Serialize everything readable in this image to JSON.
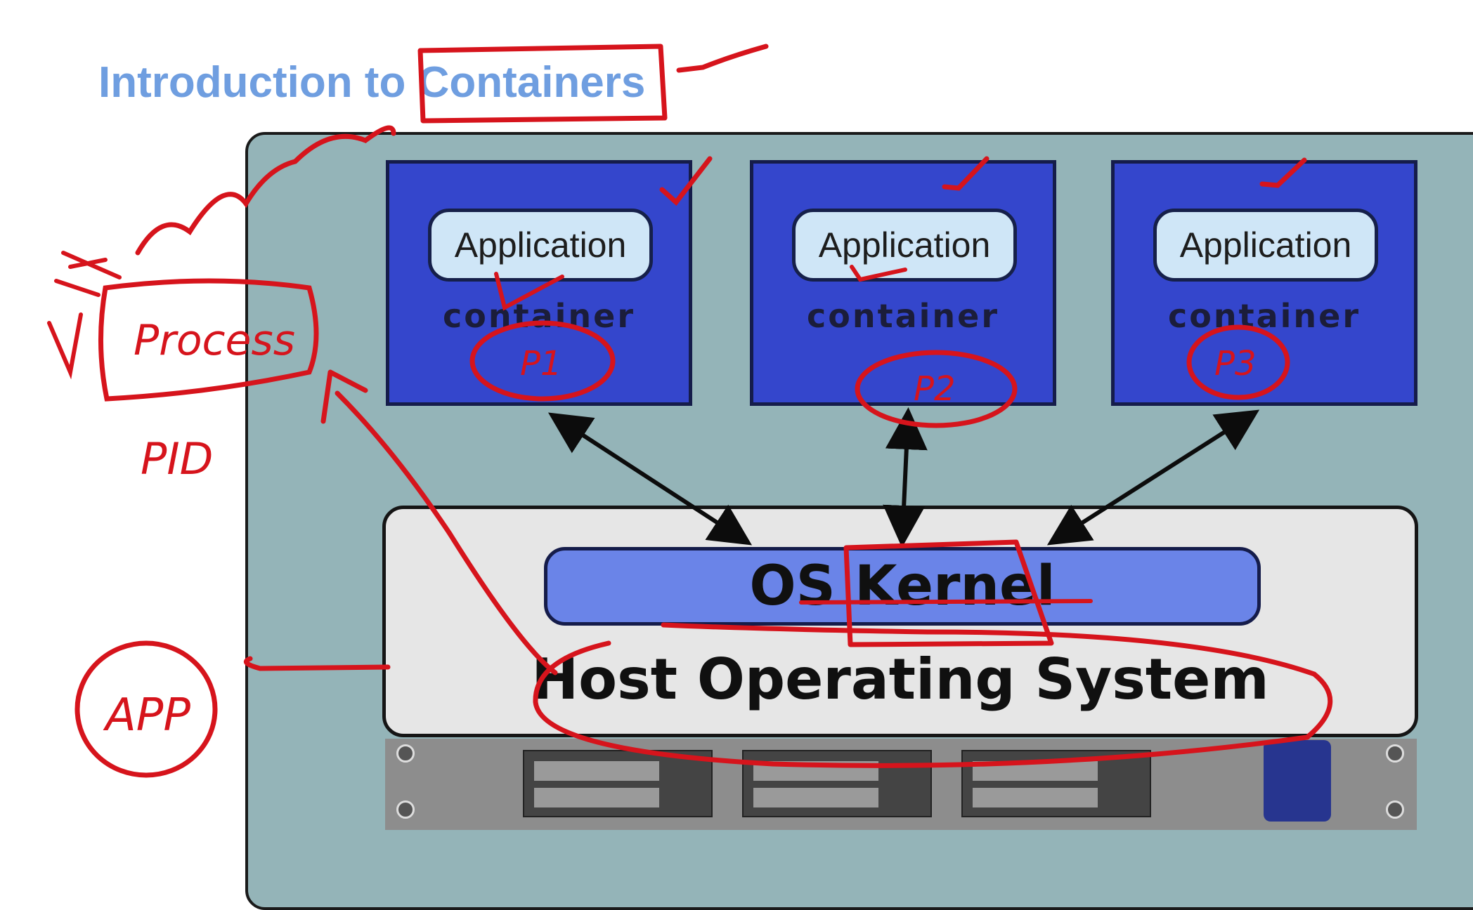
{
  "title": {
    "prefix": "Introduction to ",
    "highlight": "Containers"
  },
  "containers": [
    {
      "app_label": "Application",
      "container_label": "container",
      "annotation": "P1"
    },
    {
      "app_label": "Application",
      "container_label": "container",
      "annotation": "P2"
    },
    {
      "app_label": "Application",
      "container_label": "container",
      "annotation": "P3"
    }
  ],
  "kernel": {
    "label": "OS Kernel"
  },
  "host": {
    "label": "Host Operating System"
  },
  "annotations": {
    "process": "Process",
    "pid": "PID",
    "app": "APP"
  },
  "colors": {
    "title": "#6f9ee0",
    "container_fill": "#3446cc",
    "app_fill": "#cfe6f7",
    "kernel_fill": "#6a84e8",
    "host_fill": "#e6e6e6",
    "background_panel": "#94b4b8",
    "ink": "#d6141c"
  }
}
